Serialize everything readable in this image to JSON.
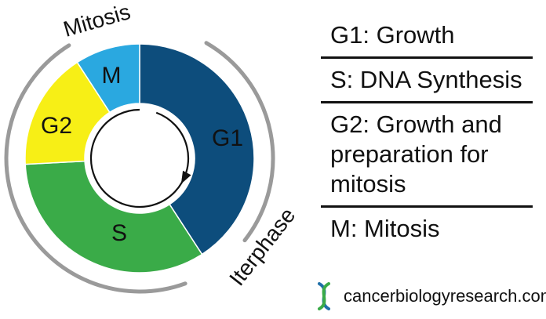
{
  "diagram": {
    "phases": [
      {
        "key": "G1",
        "label": "G1",
        "color": "#0d4d7c"
      },
      {
        "key": "S",
        "label": "S",
        "color": "#3aab48"
      },
      {
        "key": "G2",
        "label": "G2",
        "color": "#f7ef16"
      },
      {
        "key": "M",
        "label": "M",
        "color": "#2aa8e0"
      }
    ],
    "outer_labels": {
      "mitosis": "Mitosis",
      "interphase": "Iterphase"
    },
    "ring_color": "#9a9a9a",
    "center_arrow_color": "#111111"
  },
  "legend": [
    {
      "text": "G1: Growth"
    },
    {
      "text": "S: DNA Synthesis"
    },
    {
      "text": "G2: Growth and preparation for mitosis"
    },
    {
      "text": "M: Mitosis"
    }
  ],
  "source": {
    "text": "cancerbiologyresearch.com",
    "logo_icon": "dna-helix-icon",
    "logo_colors": [
      "#1f6fa8",
      "#3aab48"
    ]
  }
}
